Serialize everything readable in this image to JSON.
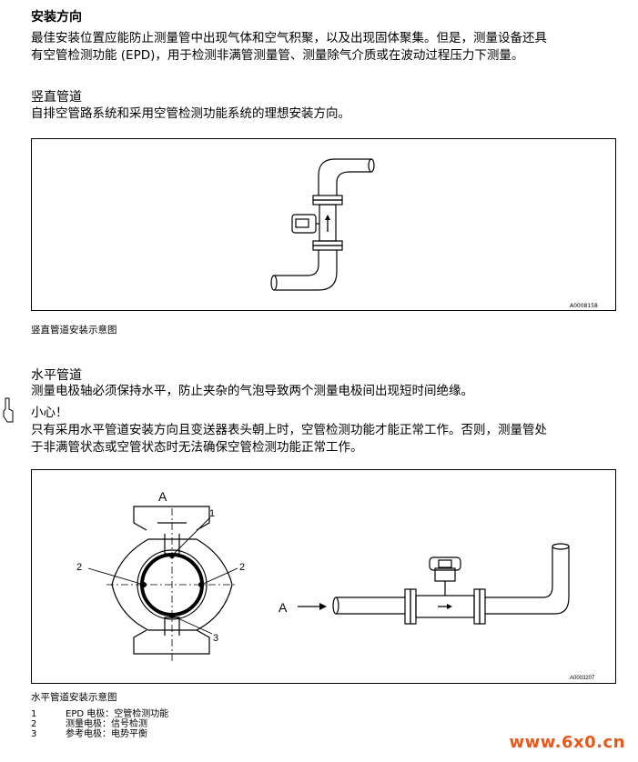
{
  "section_title": "安装方向",
  "intro": {
    "line1": "最佳安装位置应能防止测量管中出现气体和空气积聚，以及出现固体聚集。但是，测量设备还具",
    "line2": "有空管检测功能 (EPD)，用于检测非满管测量管、测量除气介质或在波动过程压力下测量。"
  },
  "vertical": {
    "heading": "竖直管道",
    "text": "自排空管路系统和采用空管检测功能系统的理想安装方向。",
    "figure_code": "A0008158",
    "caption": "竖直管道安装示意图"
  },
  "horizontal": {
    "heading": "水平管道",
    "text": "测量电极轴必须保持水平，防止夹杂的气泡导致两个测量电极间出现短时间绝缘。",
    "caution_title": "小心！",
    "caution_line1": "只有采用水平管道安装方向且变送器表头朝上时，空管检测功能才能正常工作。否则，测量管处",
    "caution_line2": "于非满管状态或空管状态时无法确保空管检测功能正常工作。",
    "figure_code": "A0003207",
    "caption": "水平管道安装示意图",
    "labels": {
      "view": "A",
      "n1": "1",
      "n2": "2",
      "n3": "3"
    }
  },
  "legend": [
    {
      "num": "1",
      "text": "EPD 电极：空管检测功能"
    },
    {
      "num": "2",
      "text": "测量电极：信号检测"
    },
    {
      "num": "3",
      "text": "参考电极：电势平衡"
    }
  ],
  "watermark": "www.6x0.cn",
  "icons": [
    "pointing-hand-icon",
    "flow-arrow-icon",
    "transmitter-display-icon"
  ]
}
